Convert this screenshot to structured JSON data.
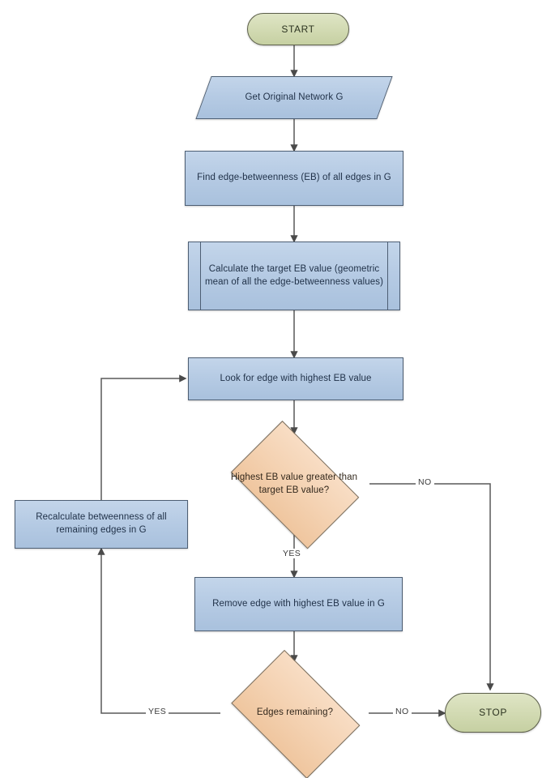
{
  "diagram": {
    "title": "Edge-betweenness community detection flowchart",
    "colors": {
      "terminator_fill": "#d3dbb4",
      "terminator_stroke": "#5c5f4a",
      "process_fill": "#b6cbe4",
      "process_stroke": "#4d5e73",
      "decision_fill": "#f4d2b2",
      "decision_stroke": "#7a6a56",
      "connector_stroke": "#595959",
      "background": "#ffffff"
    },
    "nodes": {
      "start": {
        "label": "START",
        "type": "terminator"
      },
      "get_network": {
        "label": "Get Original Network G",
        "type": "data"
      },
      "find_eb": {
        "label": "Find edge-betweenness (EB) of all edges in G",
        "type": "process"
      },
      "target_eb": {
        "label": "Calculate the target EB value (geometric mean of all the edge-betweenness values)",
        "type": "predefined-process"
      },
      "look_for_edge": {
        "label": "Look for edge with highest EB value",
        "type": "process"
      },
      "decision_highest": {
        "label": "Highest EB value greater than target EB value?",
        "type": "decision"
      },
      "recalculate": {
        "label": "Recalculate betweenness of all remaining edges in G",
        "type": "process"
      },
      "remove_edge": {
        "label": "Remove edge with highest EB value in G",
        "type": "process"
      },
      "decision_remaining": {
        "label": "Edges remaining?",
        "type": "decision"
      },
      "stop": {
        "label": "STOP",
        "type": "terminator"
      }
    },
    "edge_labels": {
      "highest_no": "NO",
      "highest_yes": "YES",
      "remaining_yes": "YES",
      "remaining_no": "NO"
    }
  }
}
